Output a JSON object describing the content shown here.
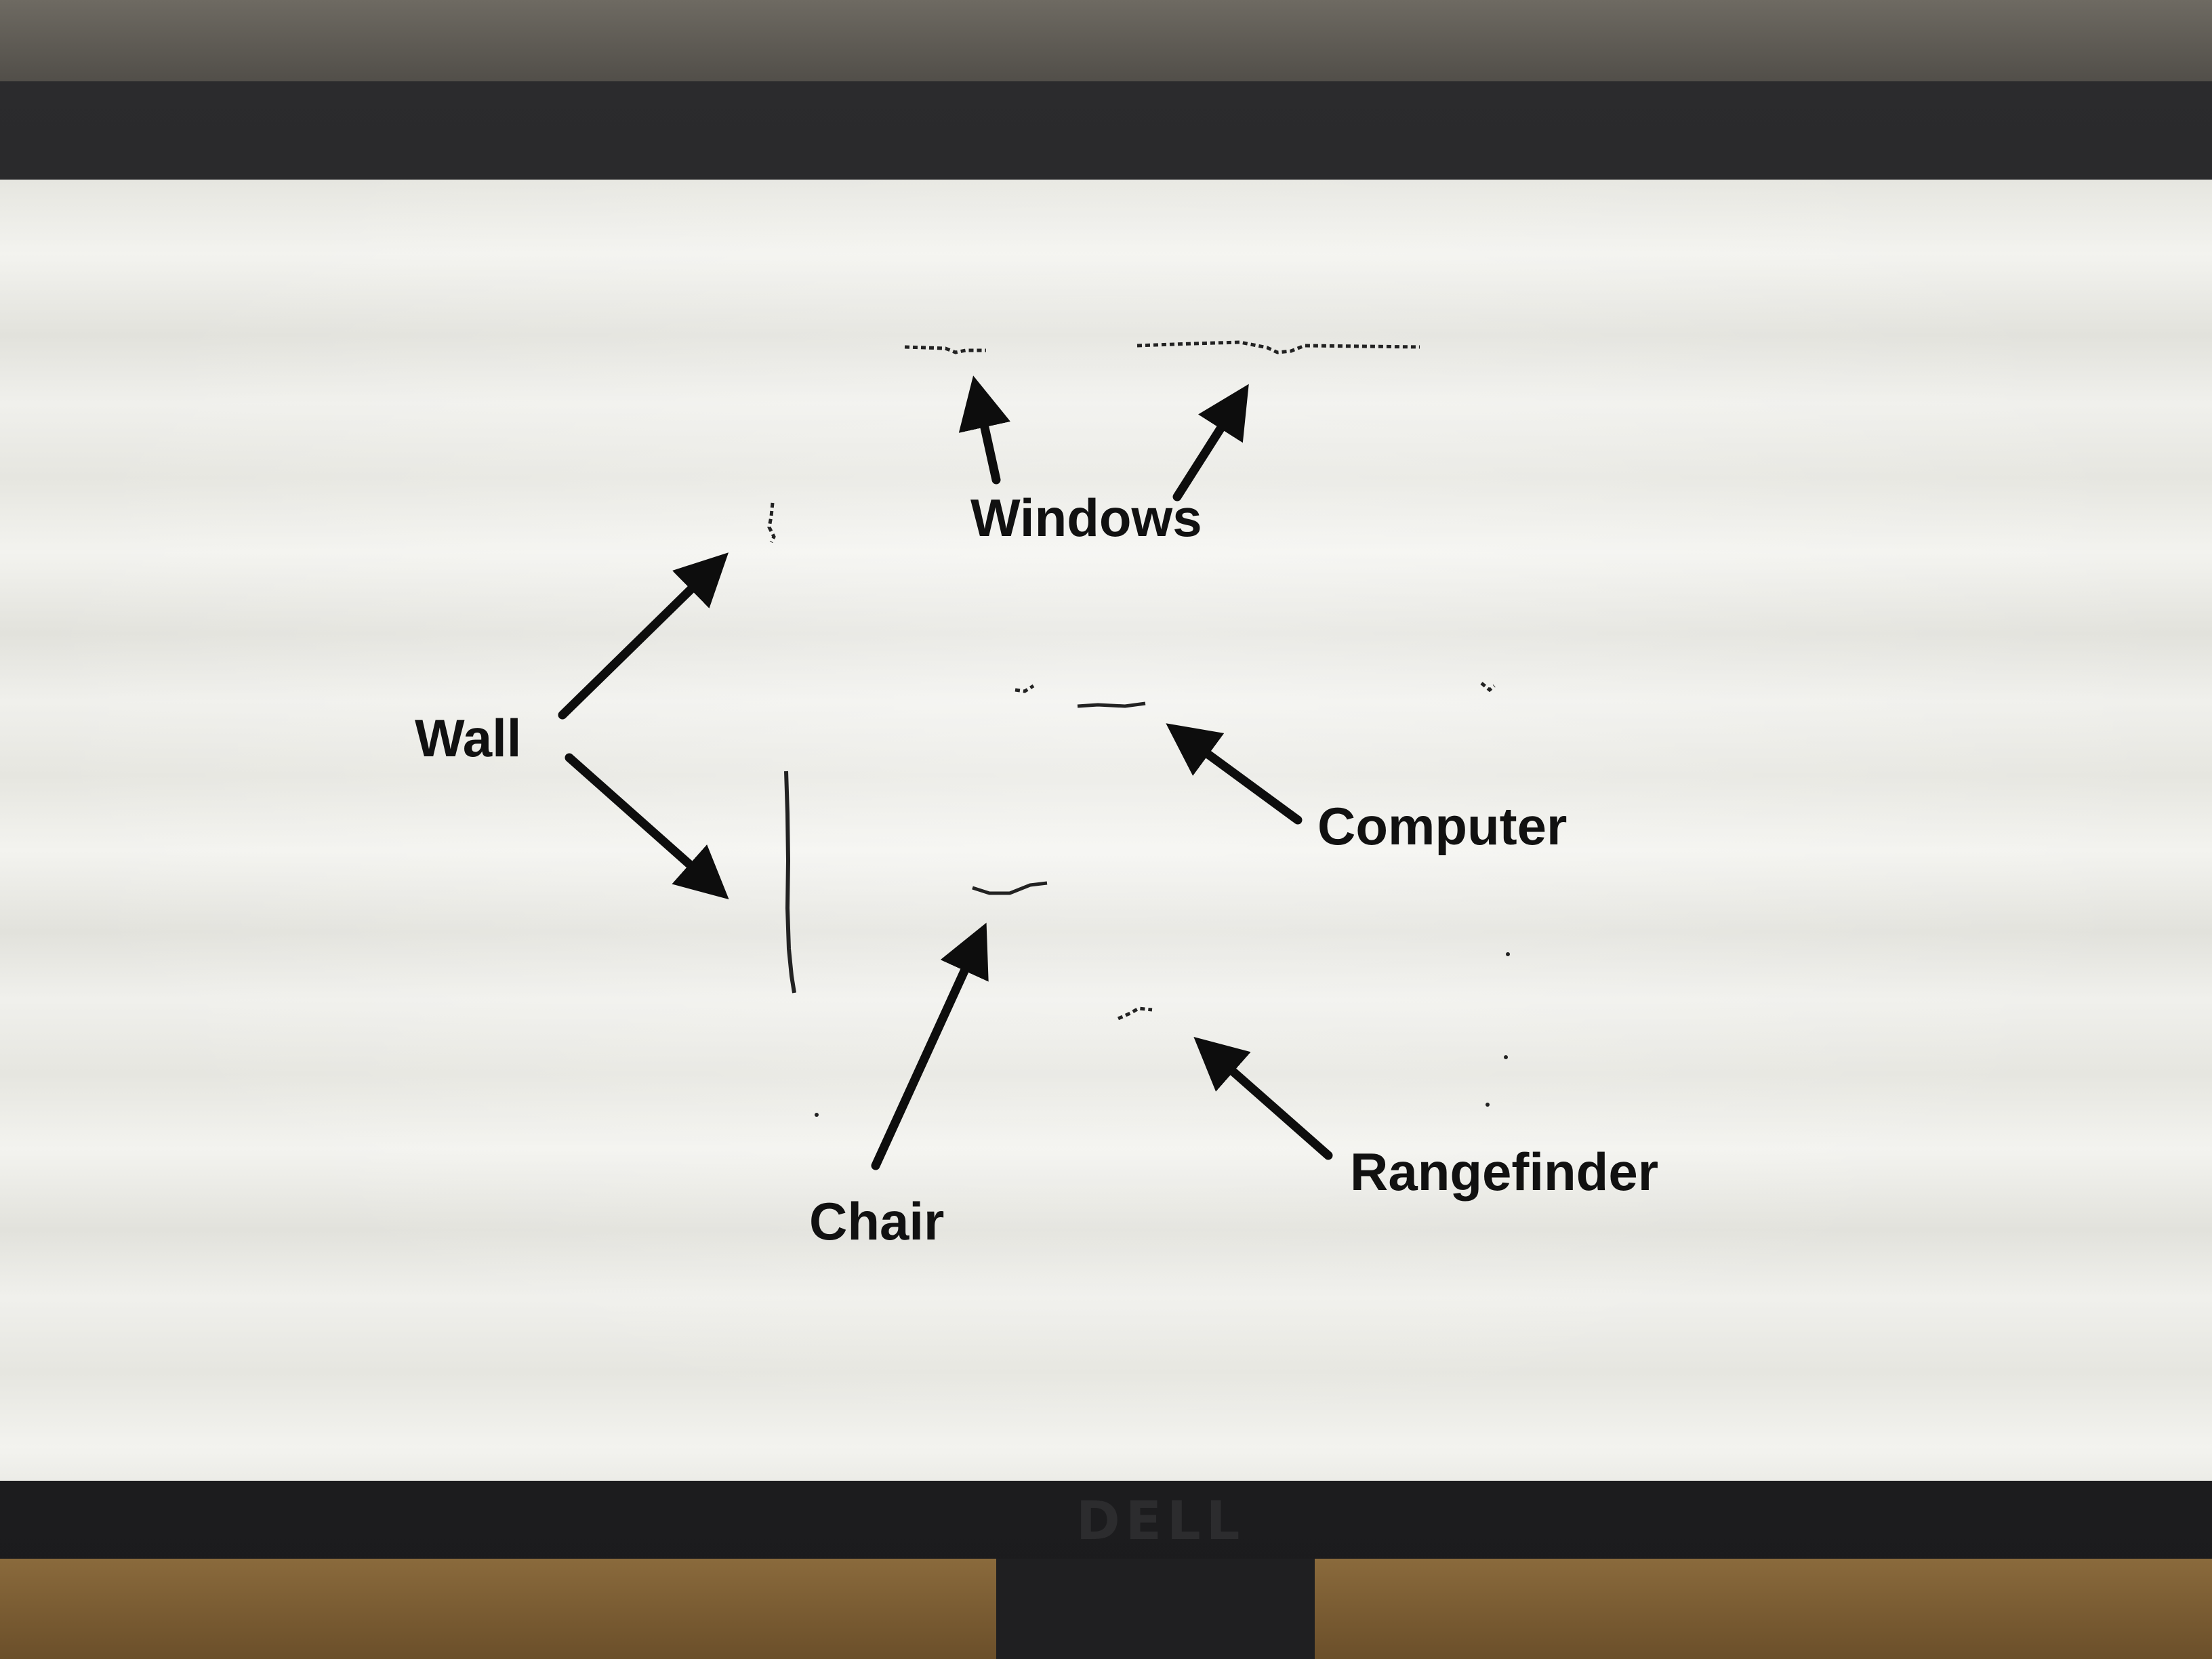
{
  "labels": {
    "windows": "Windows",
    "wall": "Wall",
    "computer": "Computer",
    "chair": "Chair",
    "rangefinder": "Rangefinder"
  },
  "monitor": {
    "brand": "DELL"
  },
  "colors": {
    "screen": "#f1f1ed",
    "bezel": "#1e1e20",
    "scan_points": "#222222",
    "text": "#111111"
  }
}
